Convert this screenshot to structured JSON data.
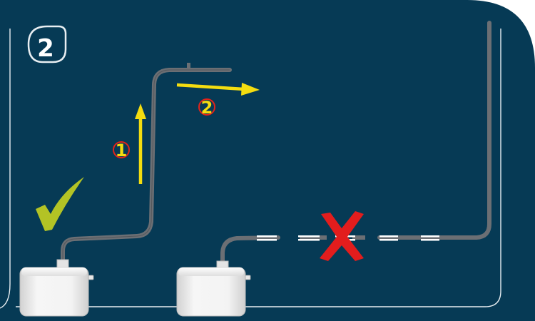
{
  "panel": {
    "step_number": "2",
    "background_color": "#063a55",
    "border_color": "#e8eef2"
  },
  "correct_installation": {
    "status_icon": "checkmark-icon",
    "check_color": "#b3c325",
    "annotations": [
      {
        "label": "1",
        "direction": "up"
      },
      {
        "label": "2",
        "direction": "right"
      }
    ],
    "arrow_color": "#f4dd10",
    "label_circle_color": "#e2231a"
  },
  "incorrect_installation": {
    "status_icon": "cross-icon",
    "cross_color": "#e21d1d"
  },
  "colors": {
    "pipe": "#6b6f74",
    "pipe_joint": "#ffffff",
    "pump_body": "#ececec"
  }
}
